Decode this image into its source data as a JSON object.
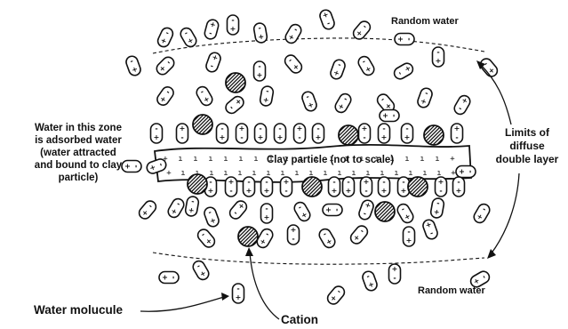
{
  "labels": {
    "random_water_top": "Random water",
    "random_water_bottom": "Random water",
    "adsorbed_note": [
      "Water in this zone",
      "is adsorbed water",
      "(water attracted",
      "and bound to clay",
      "particle)"
    ],
    "limits_note": [
      "Limits of",
      "diffuse",
      "double layer"
    ],
    "clay_particle": "Clay particle (not to scale)",
    "water_molecule": "Water molucule",
    "cation": "Cation"
  },
  "legend_symbols": {
    "water_molecule": "dipole capsule with + and - ends",
    "cation": "hatched circle"
  }
}
